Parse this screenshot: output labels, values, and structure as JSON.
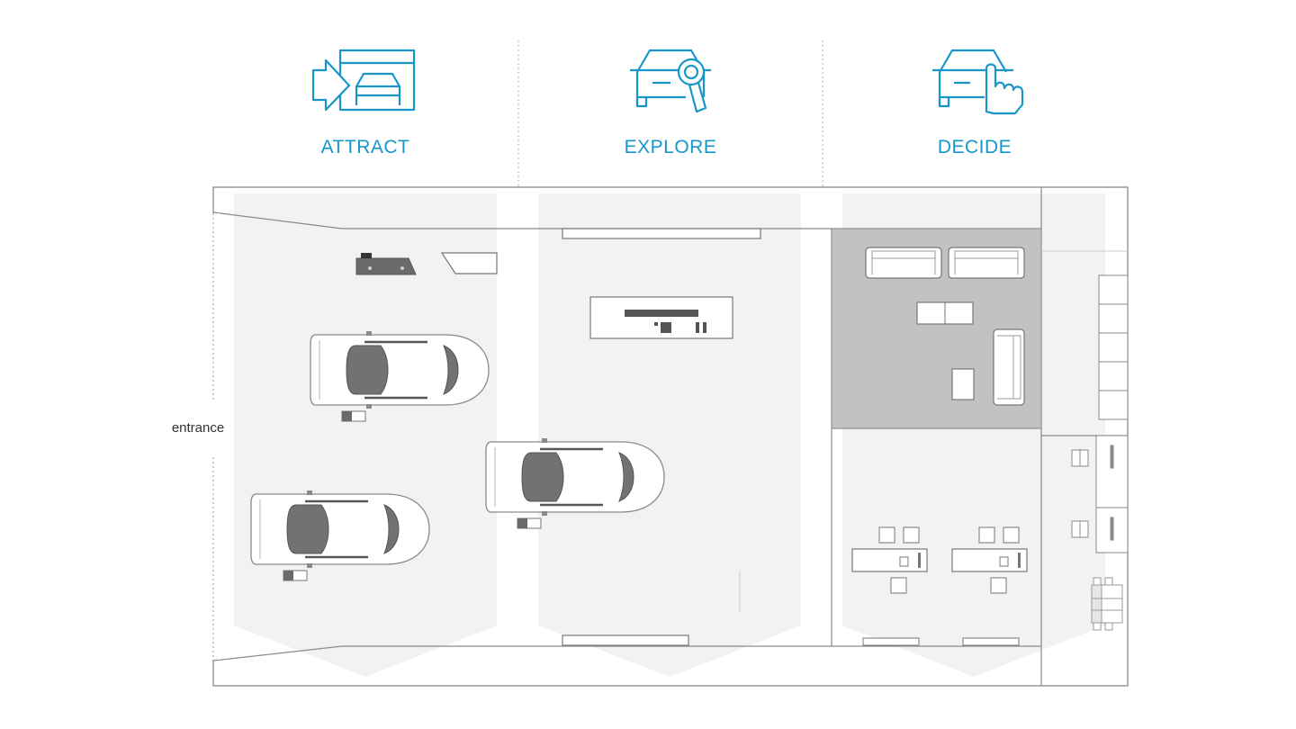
{
  "colors": {
    "accent": "#1797c9",
    "line": "#8a8a8a",
    "zone_fill": "#f2f2f2",
    "lounge_fill": "#c2c2c2",
    "window_fill": "#6a6a6a",
    "text": "#333333"
  },
  "zones": [
    {
      "label": "ATTRACT",
      "icon": "car-entering-garage-icon"
    },
    {
      "label": "EXPLORE",
      "icon": "car-magnifier-icon"
    },
    {
      "label": "DECIDE",
      "icon": "car-pointing-hand-icon"
    }
  ],
  "floorplan": {
    "entrance_label": "entrance"
  }
}
